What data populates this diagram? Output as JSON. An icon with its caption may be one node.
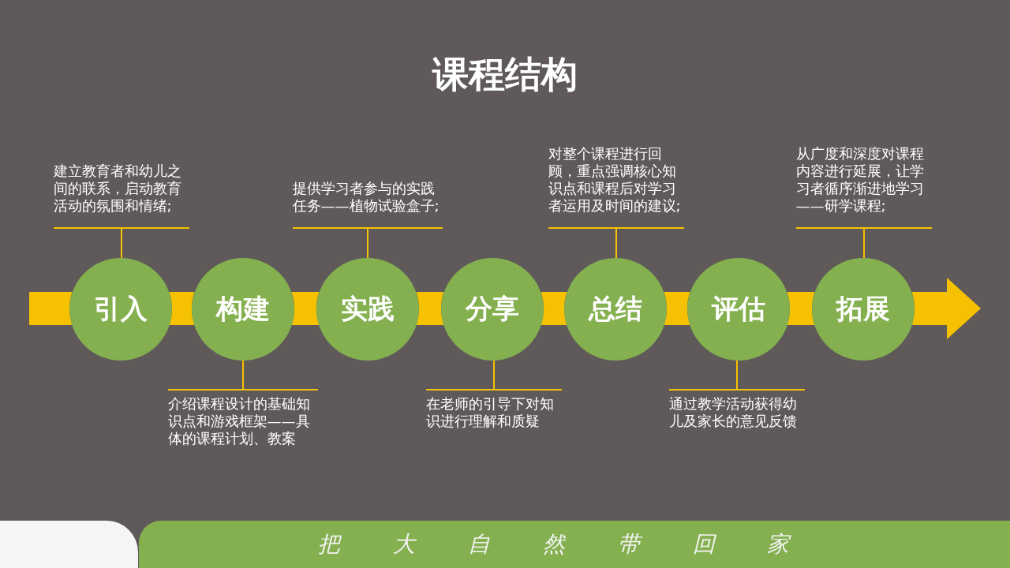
{
  "diagram": {
    "title": "课程结构",
    "nodes": [
      {
        "text": [
          "引入"
        ]
      },
      {
        "text": [
          "构建"
        ]
      },
      {
        "text": [
          "实践"
        ]
      },
      {
        "text": [
          "分享"
        ]
      },
      {
        "text": [
          "总结"
        ]
      },
      {
        "text": [
          "评估"
        ]
      },
      {
        "text": [
          "拓展"
        ]
      },
      {
        "text": [
          "建立教育者和幼儿之间的联系，启动教育活动的氛围和情绪;"
        ]
      },
      {
        "text": [
          "介绍课程设计的基础知识点和游戏框架——具体的课程计划、教案"
        ]
      },
      {
        "text": [
          "提供学习者参与的实践任务——植物试验盒子;"
        ]
      },
      {
        "text": [
          "在老师的引导下对知识进行理解和质疑"
        ]
      },
      {
        "text": [
          "对整个课程进行回顾，重点强调核心知识点和课程后对学习者运用及时间的建议;"
        ]
      },
      {
        "text": [
          "通过教学活动获得幼儿及家长的意见反馈"
        ]
      },
      {
        "text": [
          "从广度和深度对课程内容进行延展，让学习者循序渐进地学习——研学课程;"
        ]
      },
      {
        "text": [
          "把 大 自 然 带 回 家"
        ]
      }
    ],
    "edges": [
      {
        "from": null,
        "to": 0,
        "arrow": "none",
        "style": "thick"
      },
      {
        "from": 0,
        "to": 1,
        "arrow": "none",
        "style": "thick"
      },
      {
        "from": 1,
        "to": 2,
        "arrow": "none",
        "style": "thick"
      },
      {
        "from": 2,
        "to": 3,
        "arrow": "none",
        "style": "thick"
      },
      {
        "from": 3,
        "to": 4,
        "arrow": "none",
        "style": "thick"
      },
      {
        "from": 4,
        "to": 5,
        "arrow": "none",
        "style": "thick"
      },
      {
        "from": 5,
        "to": 6,
        "arrow": "none",
        "style": "thick"
      },
      {
        "from": 6,
        "to": null,
        "arrow": "to",
        "style": "thick"
      },
      {
        "from": 7,
        "to": 0,
        "arrow": "none"
      },
      {
        "from": 8,
        "to": 1,
        "arrow": "none"
      },
      {
        "from": 9,
        "to": 2,
        "arrow": "none"
      },
      {
        "from": 10,
        "to": 3,
        "arrow": "none"
      },
      {
        "from": 11,
        "to": 4,
        "arrow": "none"
      },
      {
        "from": 12,
        "to": 5,
        "arrow": "none"
      },
      {
        "from": 13,
        "to": 6,
        "arrow": "none"
      }
    ]
  }
}
